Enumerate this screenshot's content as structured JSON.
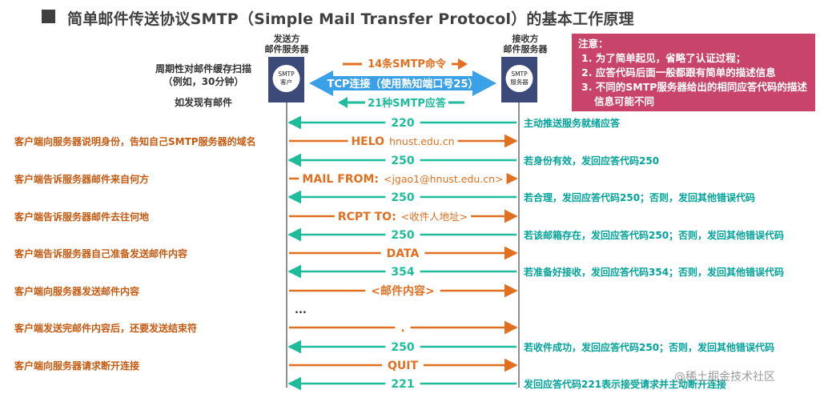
{
  "title": "简单邮件传送协议SMTP（Simple Mail Transfer Protocol）的基本工作原理",
  "client": {
    "label_line1": "发送方",
    "label_line2": "邮件服务器",
    "icon_text1": "SMTP",
    "icon_text2": "客户"
  },
  "server": {
    "label_line1": "接收方",
    "label_line2": "邮件服务器",
    "icon_text1": "SMTP",
    "icon_text2": "服务器"
  },
  "left_note": {
    "line1": "周期性对邮件缓存扫描",
    "line2": "（例如，30分钟）",
    "line3": "如发现有邮件"
  },
  "connection": {
    "commands": "14条SMTP命令",
    "tcp": "TCP连接（使用熟知端口号25）",
    "responses": "21种SMTP应答"
  },
  "note": {
    "heading": "注意：",
    "items": [
      "1. 为了简单起见，省略了认证过程；",
      "2. 应答代码后面一般都跟有简单的描述信息",
      "3. 不同的SMTP服务器给出的相同应答代码的描述信息可能不同"
    ]
  },
  "exchange": [
    {
      "dir": "response",
      "text": "220",
      "left": "",
      "right": "主动推送服务就绪应答"
    },
    {
      "dir": "command",
      "text": "HELO",
      "arg": "hnust.edu.cn",
      "left": "客户端向服务器说明身份，告知自己SMTP服务器的域名",
      "right": ""
    },
    {
      "dir": "response",
      "text": "250",
      "left": "",
      "right": "若身份有效，发回应答代码250"
    },
    {
      "dir": "command",
      "text": "MAIL FROM:",
      "arg": "<jgao1@hnust.edu.cn>",
      "left": "客户端告诉服务器邮件来自何方",
      "right": ""
    },
    {
      "dir": "response",
      "text": "250",
      "left": "",
      "right": "若合理，发回应答代码250；否则，发回其他错误代码"
    },
    {
      "dir": "command",
      "text": "RCPT TO:",
      "arg": "<收件人地址>",
      "left": "客户端告诉服务器邮件去往何地",
      "right": ""
    },
    {
      "dir": "response",
      "text": "250",
      "left": "",
      "right": "若该邮箱存在，发回应答代码250；否则，发回其他错误代码"
    },
    {
      "dir": "command",
      "text": "DATA",
      "arg": "",
      "left": "客户端告诉服务器自己准备发送邮件内容",
      "right": ""
    },
    {
      "dir": "response",
      "text": "354",
      "left": "",
      "right": "若准备好接收，发回应答代码354；否则，发回其他错误代码"
    },
    {
      "dir": "command",
      "text": "<邮件内容>",
      "arg": "",
      "left": "客户端向服务器发送邮件内容",
      "right": ""
    },
    {
      "dir": "ellipsis",
      "text": "...",
      "arg": "",
      "left": "",
      "right": ""
    },
    {
      "dir": "command",
      "text": ".",
      "arg": "",
      "left": "客户端发送完邮件内容后，还要发送结束符",
      "right": ""
    },
    {
      "dir": "response",
      "text": "250",
      "left": "",
      "right": "若收件成功，发回应答代码250；否则，发回其他错误代码"
    },
    {
      "dir": "command",
      "text": "QUIT",
      "arg": "",
      "left": "客户端向服务器请求断开连接",
      "right": ""
    },
    {
      "dir": "response",
      "text": "221",
      "left": "",
      "right": "发回应答代码221表示接受请求并主动断开连接"
    }
  ],
  "watermark": "@稀土掘金技术社区",
  "colors": {
    "command": "#e07020",
    "response": "#1fbc9c",
    "tcp": "#3aa0e8",
    "node": "#3b4a78",
    "note_bg": "#c9446a"
  }
}
